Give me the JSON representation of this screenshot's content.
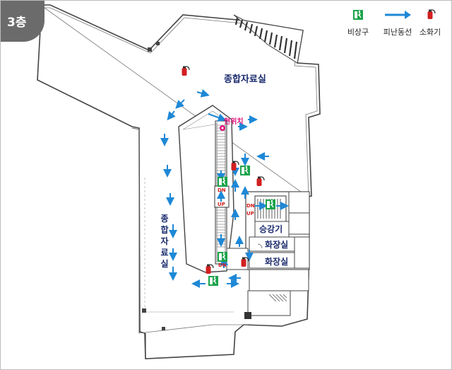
{
  "floor": "3층",
  "legend": {
    "exit_label": "비상구",
    "route_label": "피난동선",
    "extinguisher_label": "소화기"
  },
  "rooms": {
    "main_hall": "종합자료실",
    "west_hall": "종합자료실",
    "elevator": "승강기",
    "restroom_1": "화장실",
    "restroom_2": "화장실"
  },
  "markers": {
    "current_location": "현위치",
    "stair_up": "UP",
    "stair_down": "DN"
  },
  "colors": {
    "route": "#1e88d6",
    "exit": "#1aa34a",
    "extinguisher": "#d22020",
    "current": "#e0147a",
    "wall": "#444444"
  },
  "icons": {
    "exit": "emergency-exit-icon",
    "route": "evacuation-arrow-icon",
    "extinguisher": "fire-extinguisher-icon",
    "current": "current-location-icon"
  }
}
